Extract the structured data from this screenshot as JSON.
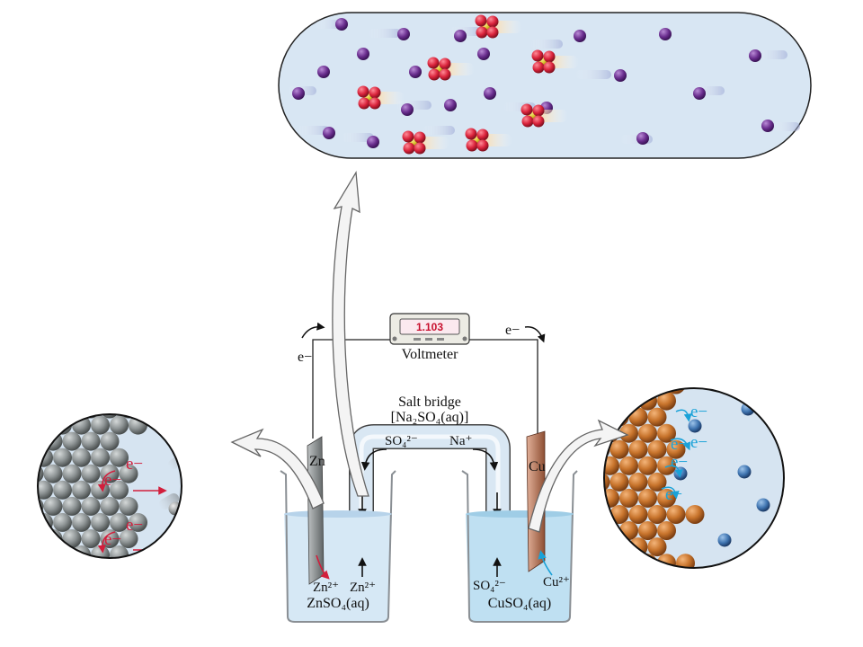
{
  "labels": {
    "voltmeter_reading": "1.103",
    "voltmeter": "Voltmeter",
    "electron_left": "e−",
    "electron_right": "e−",
    "salt_bridge": "Salt bridge",
    "salt_bridge_formula": "[Na₂SO₄(aq)]",
    "bridge_anion": "SO₄²⁻",
    "bridge_cation": "Na⁺",
    "anode_metal": "Zn",
    "cathode_metal": "Cu",
    "anode_ion_left": "Zn²⁺",
    "anode_ion_right": "Zn²⁺",
    "anode_solution": "ZnSO₄(aq)",
    "cathode_anion": "SO₄²⁻",
    "cathode_ion": "Cu²⁺",
    "cathode_solution": "CuSO₄(aq)",
    "zoom_left_electron_1": "e−",
    "zoom_left_electron_2": "e−",
    "zoom_left_electron_3": "e−",
    "zoom_left_electron_4": "e−",
    "zoom_right_electron_1": "e−",
    "zoom_right_electron_2": "e−",
    "zoom_right_electron_3": "e−",
    "zoom_right_electron_4": "e−",
    "zoom_right_electron_5": "e−"
  },
  "colors": {
    "zinc": "#8f9596",
    "copper": "#c8742c",
    "solution_zn": "#d6e8f5",
    "solution_cu": "#bfe0f2",
    "bridge": "#d9e7f3",
    "sodium_ion": "#6a2e8e",
    "sulfate_oxygen": "#d9223a",
    "sulfate_sulfur": "#d8c22a",
    "electron_anode": "#d21e3c",
    "electron_cathode": "#1aa2d8",
    "copper_ion": "#3f74b0"
  }
}
